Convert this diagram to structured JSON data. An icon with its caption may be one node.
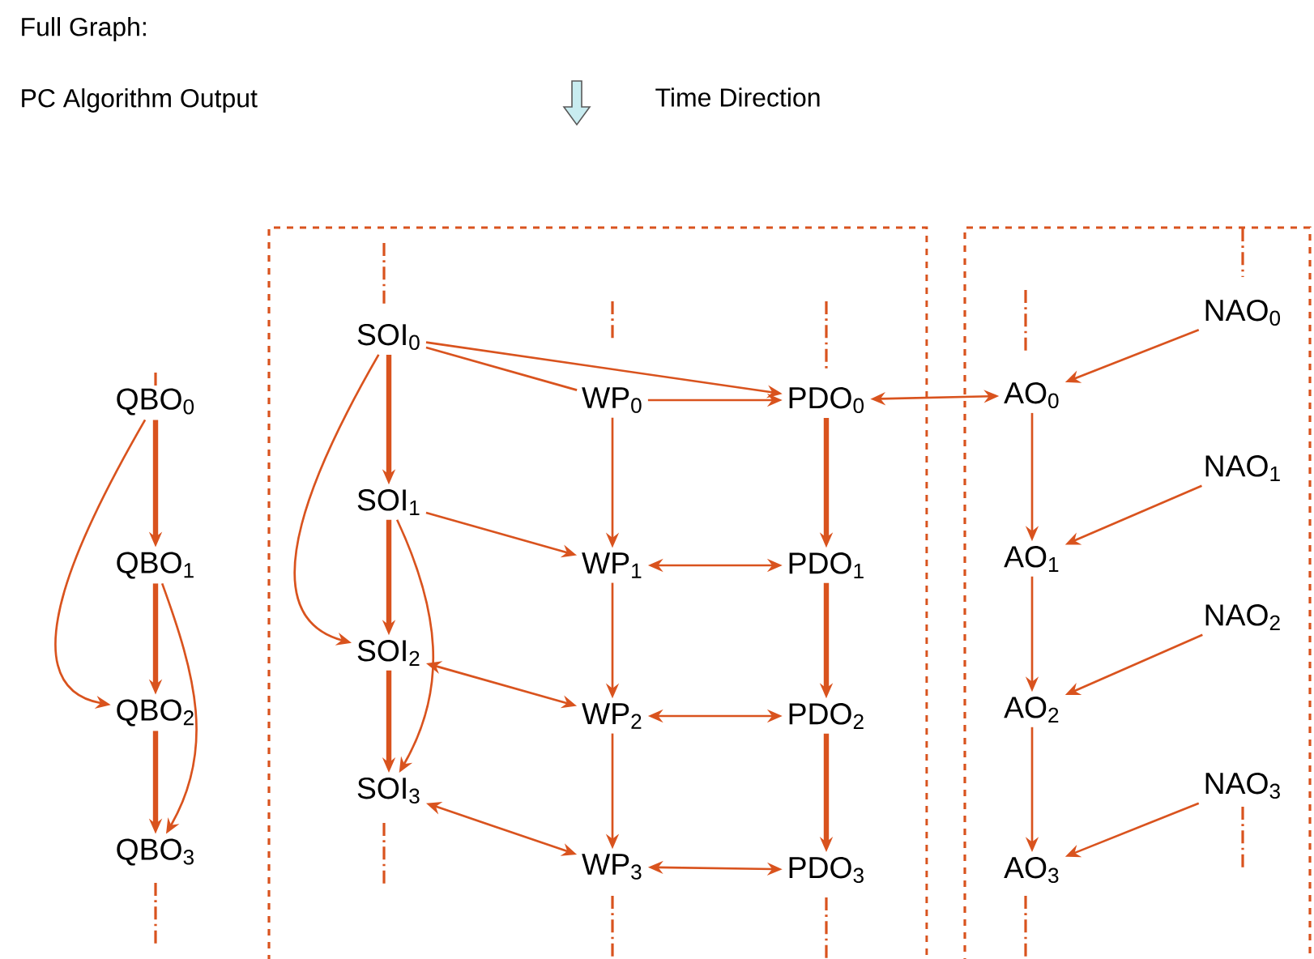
{
  "diagram": {
    "title": "Full Graph:",
    "nodes": [
      {
        "text": [],
        "shape": "box"
      },
      {
        "text": [],
        "shape": "box"
      },
      {
        "text": [
          "QBO$_{0}$"
        ]
      },
      {
        "text": [
          "QBO$_{1}$"
        ]
      },
      {
        "text": [
          "QBO$_{2}$"
        ]
      },
      {
        "text": [
          "QBO$_{3}$"
        ]
      },
      {
        "text": [
          "SOI$_{0}$"
        ],
        "in": 0
      },
      {
        "text": [
          "SOI$_{1}$"
        ],
        "in": 0
      },
      {
        "text": [
          "SOI$_{2}$"
        ],
        "in": 0
      },
      {
        "text": [
          "SOI$_{3}$"
        ],
        "in": 0
      },
      {
        "text": [
          "WP$_{0}$"
        ],
        "in": 0
      },
      {
        "text": [
          "WP$_{1}$"
        ],
        "in": 0
      },
      {
        "text": [
          "WP$_{2}$"
        ],
        "in": 0
      },
      {
        "text": [
          "WP$_{3}$"
        ],
        "in": 0
      },
      {
        "text": [
          "PDO$_{0}$"
        ],
        "in": 0
      },
      {
        "text": [
          "PDO$_{1}$"
        ],
        "in": 0
      },
      {
        "text": [
          "PDO$_{2}$"
        ],
        "in": 0
      },
      {
        "text": [
          "PDO$_{3}$"
        ],
        "in": 0
      },
      {
        "text": [
          "NAO$_{0}$"
        ],
        "in": 1
      },
      {
        "text": [
          "AO$_{0}$"
        ],
        "in": 1
      },
      {
        "text": [
          "NAO$_{1}$"
        ],
        "in": 1
      },
      {
        "text": [
          "AO$_{1}$"
        ],
        "in": 1
      },
      {
        "text": [
          "NAO$_{2}$"
        ],
        "in": 1
      },
      {
        "text": [
          "AO$_{2}$"
        ],
        "in": 1
      },
      {
        "text": [
          "NAO$_{3}$"
        ],
        "in": 1
      },
      {
        "text": [
          "AO$_{3}$"
        ],
        "in": 1
      }
    ],
    "edges": [
      {
        "from": 2,
        "to": 3,
        "arrow": "to",
        "style": "thick"
      },
      {
        "from": 3,
        "to": 4,
        "arrow": "to",
        "style": "thick"
      },
      {
        "from": 4,
        "to": 5,
        "arrow": "to",
        "style": "thick"
      },
      {
        "from": 2,
        "to": 4,
        "arrow": "to"
      },
      {
        "from": 3,
        "to": 5,
        "arrow": "to"
      },
      {
        "from": 6,
        "to": 7,
        "arrow": "to",
        "style": "thick"
      },
      {
        "from": 7,
        "to": 8,
        "arrow": "to",
        "style": "thick"
      },
      {
        "from": 8,
        "to": 9,
        "arrow": "to",
        "style": "thick"
      },
      {
        "from": 6,
        "to": 8,
        "arrow": "to"
      },
      {
        "from": 7,
        "to": 9,
        "arrow": "to"
      },
      {
        "from": 6,
        "to": 14,
        "arrow": "to"
      },
      {
        "from": 6,
        "to": 10,
        "arrow": "none"
      },
      {
        "from": 10,
        "to": 14,
        "arrow": "to"
      },
      {
        "from": 7,
        "to": 11,
        "arrow": "to"
      },
      {
        "from": 8,
        "to": 12,
        "arrow": "both"
      },
      {
        "from": 9,
        "to": 13,
        "arrow": "both"
      },
      {
        "from": 10,
        "to": 11,
        "arrow": "to"
      },
      {
        "from": 11,
        "to": 12,
        "arrow": "to"
      },
      {
        "from": 12,
        "to": 13,
        "arrow": "to"
      },
      {
        "from": 11,
        "to": 15,
        "arrow": "both"
      },
      {
        "from": 12,
        "to": 16,
        "arrow": "both"
      },
      {
        "from": 13,
        "to": 17,
        "arrow": "both"
      },
      {
        "from": 14,
        "to": 15,
        "arrow": "to",
        "style": "thick"
      },
      {
        "from": 15,
        "to": 16,
        "arrow": "to",
        "style": "thick"
      },
      {
        "from": 16,
        "to": 17,
        "arrow": "to",
        "style": "thick"
      },
      {
        "from": 14,
        "to": 19,
        "arrow": "both"
      },
      {
        "from": 19,
        "to": 21,
        "arrow": "to"
      },
      {
        "from": 21,
        "to": 23,
        "arrow": "to"
      },
      {
        "from": 23,
        "to": 25,
        "arrow": "to"
      },
      {
        "from": 18,
        "to": 19,
        "arrow": "to"
      },
      {
        "from": 20,
        "to": 21,
        "arrow": "to"
      },
      {
        "from": 22,
        "to": 23,
        "arrow": "to"
      },
      {
        "from": 24,
        "to": 25,
        "arrow": "to"
      }
    ],
    "labels": [
      "PC Algorithm Output",
      "Time Direction"
    ]
  }
}
